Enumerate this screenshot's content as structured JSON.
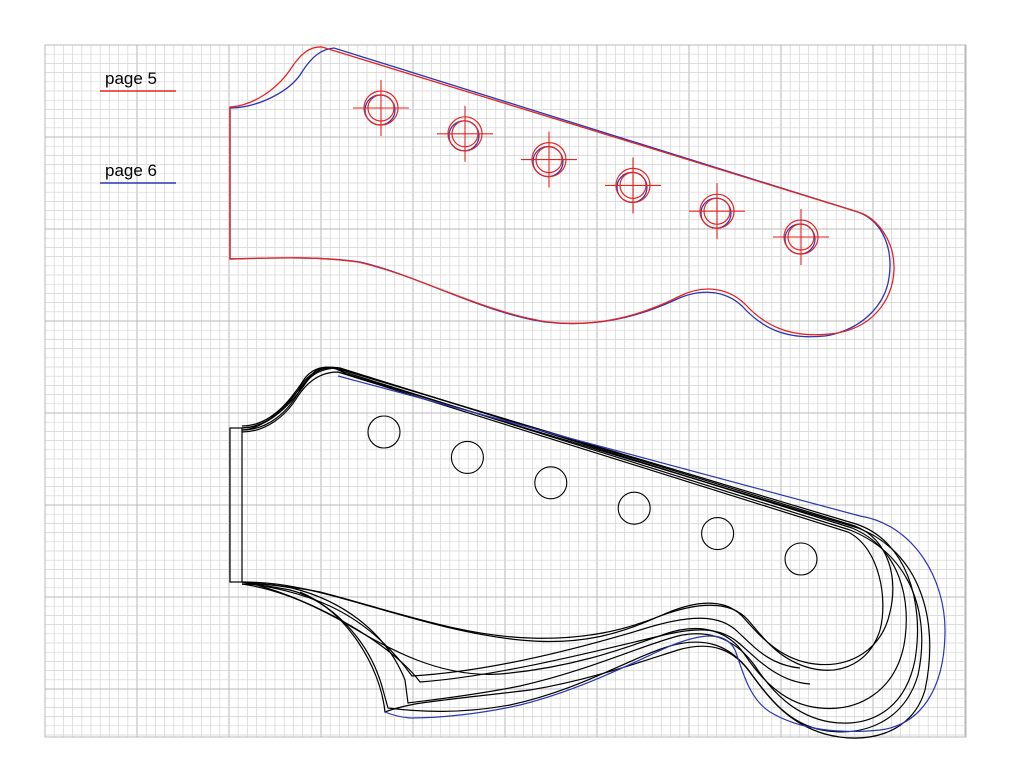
{
  "legend": [
    {
      "label": "page 5",
      "color": "#e8231f"
    },
    {
      "label": "page 6",
      "color": "#2a35b8"
    }
  ],
  "colors": {
    "grid_minor": "#d4d4d4",
    "grid_major": "#b8b8b8",
    "page5": "#e8231f",
    "page6": "#2a35b8",
    "overlay": "#000000"
  },
  "grid": {
    "visible": true
  },
  "tuner_holes": {
    "count": 6
  }
}
